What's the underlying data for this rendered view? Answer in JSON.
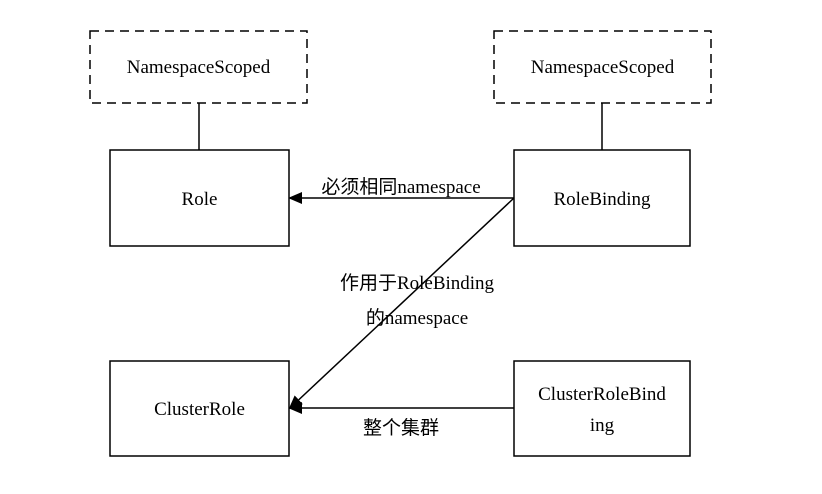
{
  "nodes": {
    "ns_scoped_left": "NamespaceScoped",
    "ns_scoped_right": "NamespaceScoped",
    "role": "Role",
    "role_binding": "RoleBinding",
    "cluster_role": "ClusterRole",
    "cluster_role_binding_line1": "ClusterRoleBind",
    "cluster_role_binding_line2": "ing"
  },
  "edges": {
    "rolebinding_to_role": "必须相同namespace",
    "rolebinding_to_clusterrole_line1": "作用于RoleBinding",
    "rolebinding_to_clusterrole_line2": "的namespace",
    "clusterrolebinding_to_clusterrole": "整个集群"
  }
}
